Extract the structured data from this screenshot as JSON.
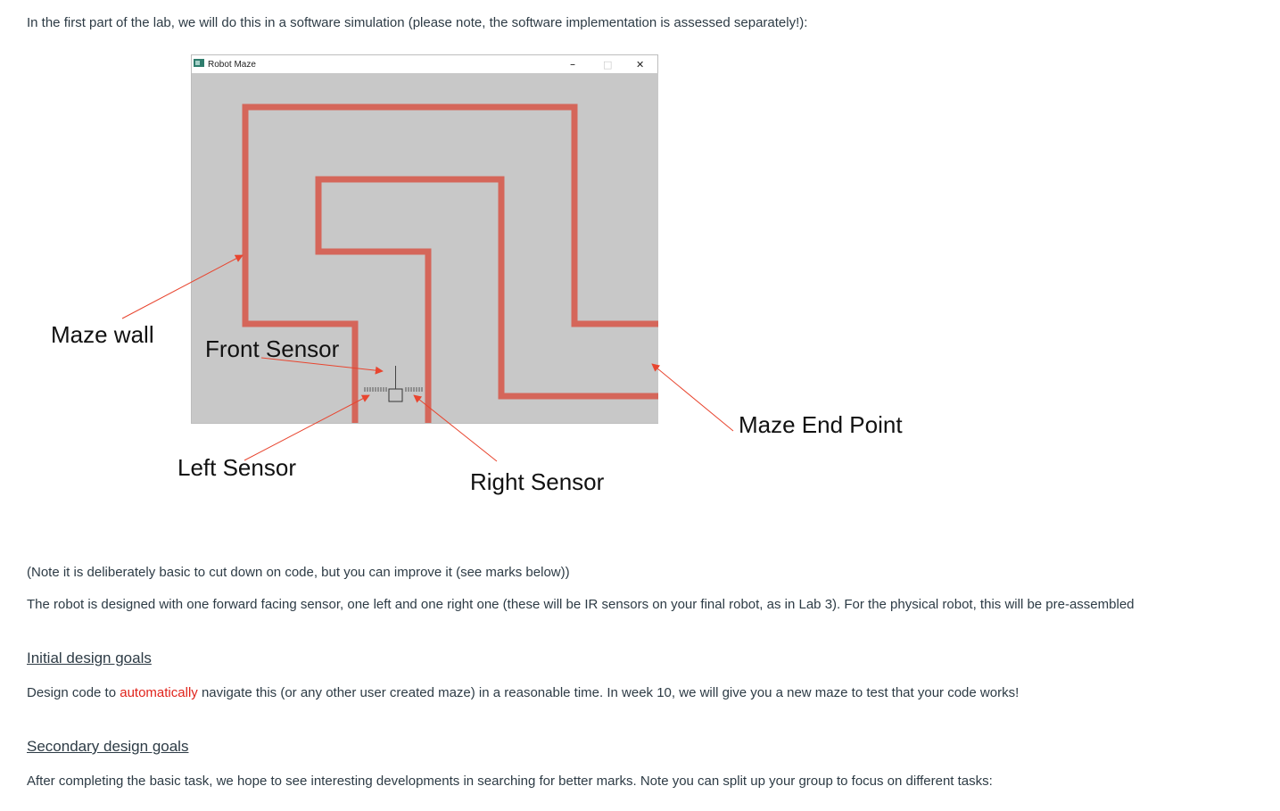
{
  "intro": "In the first part of the lab, we will do this in a software simulation (please note, the software implementation is assessed separately!):",
  "window": {
    "title": "Robot Maze",
    "min_glyph": "–",
    "max_glyph": "□",
    "close_glyph": "✕"
  },
  "colors": {
    "wall": "#d5665a",
    "maze_bg": "#c8c8c8",
    "arrow": "#e8452f",
    "accent_text": "#e0241c"
  },
  "annotations": {
    "maze_wall": "Maze wall",
    "front_sensor": "Front Sensor",
    "left_sensor": "Left Sensor",
    "right_sensor": "Right Sensor",
    "maze_end_point": "Maze End Point"
  },
  "note": "(Note it is deliberately basic to cut down on code, but you can improve it (see marks below))",
  "design": "The robot is designed with one forward facing sensor, one left and one right one (these will be IR sensors on your final robot, as in Lab 3). For the physical robot, this will be pre-assembled",
  "initial": {
    "heading": "Initial design goals",
    "text_before": "Design code to ",
    "highlight": "automatically",
    "text_after": " navigate this (or any other user created maze) in a reasonable time. In week 10, we will give you a new maze to test that your code works!"
  },
  "secondary": {
    "heading": "Secondary design goals ",
    "text": "After completing the basic task, we hope to see interesting developments in searching for better marks. Note you can split up your group to focus on different tasks:"
  }
}
